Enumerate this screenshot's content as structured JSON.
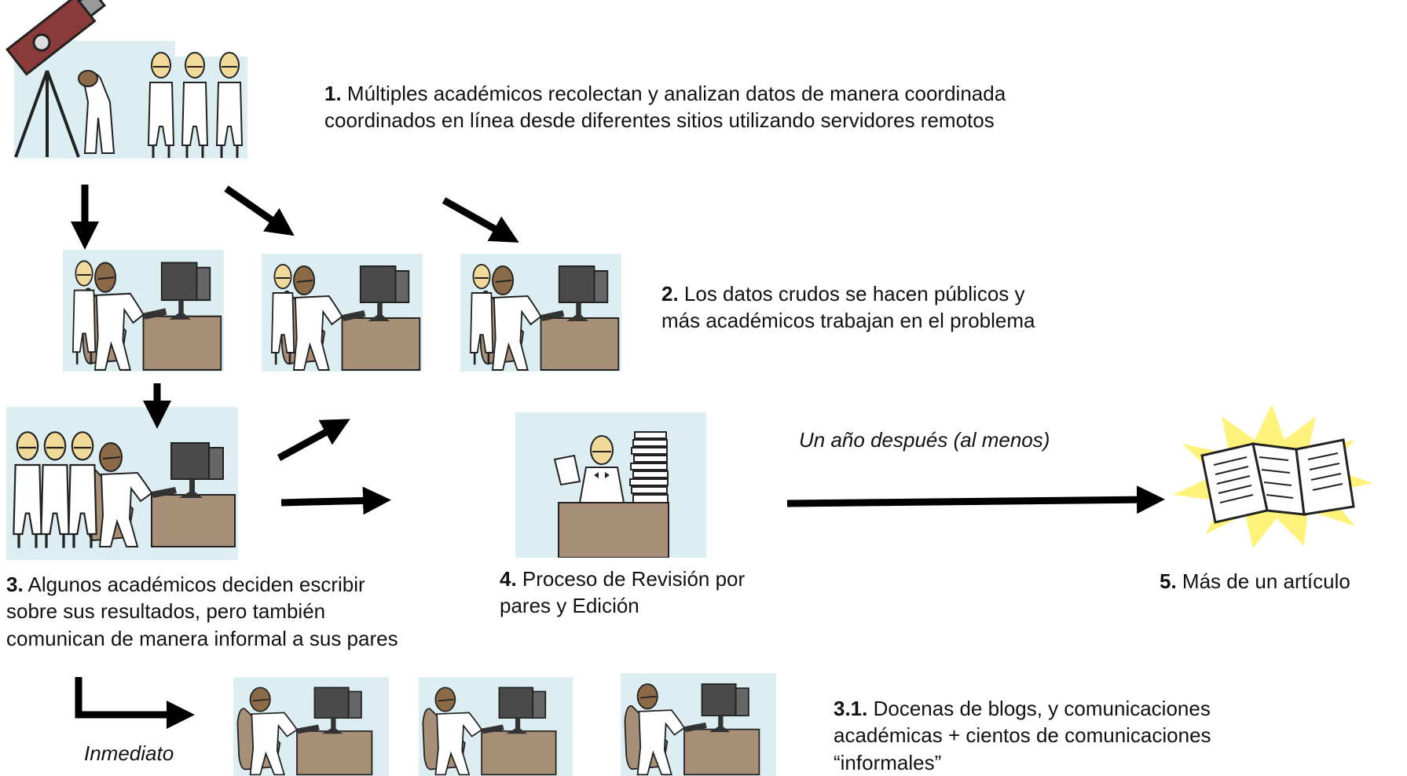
{
  "steps": {
    "s1": {
      "num": "1.",
      "line1": " Múltiples académicos recolectan y analizan datos de manera coordinada",
      "line2": "coordinados en línea desde diferentes sitios utilizando servidores remotos"
    },
    "s2": {
      "num": "2.",
      "line1": " Los datos crudos se hacen públicos y",
      "line2": "más académicos trabajan en el problema"
    },
    "s3": {
      "num": "3.",
      "line1": " Algunos académicos deciden escribir",
      "line2": "sobre sus resultados, pero también",
      "line3": "comunican de manera informal a sus pares"
    },
    "s4": {
      "num": "4.",
      "line1": " Proceso de Revisión por",
      "line2": "pares y Edición"
    },
    "s5": {
      "num": "5.",
      "line1": " Más de un artículo"
    },
    "s31": {
      "num": "3.1.",
      "line1": " Docenas de blogs, y comunicaciones",
      "line2": "académicas + cientos de comunicaciones",
      "line3": "“informales”"
    }
  },
  "labels": {
    "delay": "Un año después (al menos)",
    "immediate": "Inmediato"
  },
  "colors": {
    "panel_bg": "#ddeef3",
    "desk": "#a89078",
    "skin_light": "#f1d99a",
    "skin_dark": "#8a6a47",
    "monitor": "#555555",
    "telescope": "#8b3a3a",
    "burst": "#fff27a",
    "arrow": "#000000"
  }
}
